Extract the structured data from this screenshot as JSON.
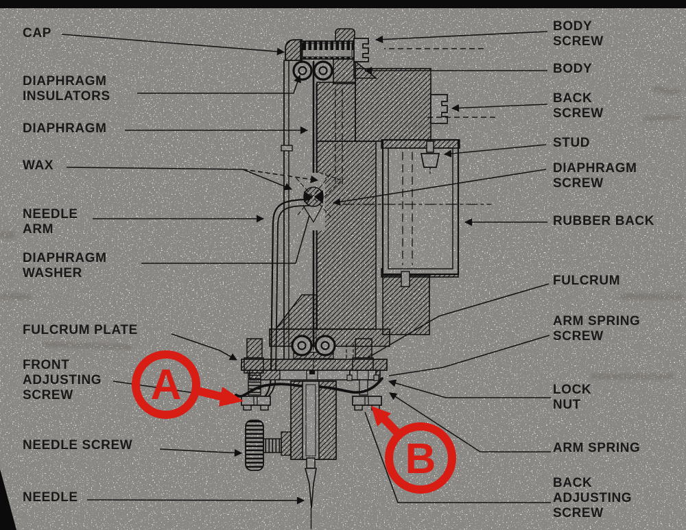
{
  "figure": {
    "kind": "cutaway technical diagram",
    "subject": "phonograph sound box cross-section"
  },
  "colors": {
    "paper": "#edeae5",
    "ink": "#1c1c1c",
    "annotation_red": "#d81d15"
  },
  "labels": {
    "left": [
      {
        "id": "cap",
        "text": "CAP"
      },
      {
        "id": "diaphragm-insulators",
        "text": "DIAPHRAGM\nINSULATORS"
      },
      {
        "id": "diaphragm",
        "text": "DIAPHRAGM"
      },
      {
        "id": "wax",
        "text": "WAX"
      },
      {
        "id": "needle-arm",
        "text": "NEEDLE\nARM"
      },
      {
        "id": "diaphragm-washer",
        "text": "DIAPHRAGM\nWASHER"
      },
      {
        "id": "fulcrum-plate",
        "text": "FULCRUM PLATE"
      },
      {
        "id": "front-adjusting-screw",
        "text": "FRONT\nADJUSTING\nSCREW"
      },
      {
        "id": "needle-screw",
        "text": "NEEDLE SCREW"
      },
      {
        "id": "needle",
        "text": "NEEDLE"
      }
    ],
    "right": [
      {
        "id": "body-screw",
        "text": "BODY\nSCREW"
      },
      {
        "id": "body",
        "text": "BODY"
      },
      {
        "id": "back-screw",
        "text": "BACK\nSCREW"
      },
      {
        "id": "stud",
        "text": "STUD"
      },
      {
        "id": "diaphragm-screw",
        "text": "DIAPHRAGM\nSCREW"
      },
      {
        "id": "rubber-back",
        "text": "RUBBER BACK"
      },
      {
        "id": "fulcrum",
        "text": "FULCRUM"
      },
      {
        "id": "arm-spring-screw",
        "text": "ARM SPRING\nSCREW"
      },
      {
        "id": "lock-nut",
        "text": "LOCK\nNUT"
      },
      {
        "id": "arm-spring",
        "text": "ARM SPRING"
      },
      {
        "id": "back-adjusting-screw",
        "text": "BACK\nADJUSTING\nSCREW"
      }
    ]
  },
  "annotations": [
    {
      "id": "marker-a",
      "letter": "A"
    },
    {
      "id": "marker-b",
      "letter": "B"
    }
  ]
}
